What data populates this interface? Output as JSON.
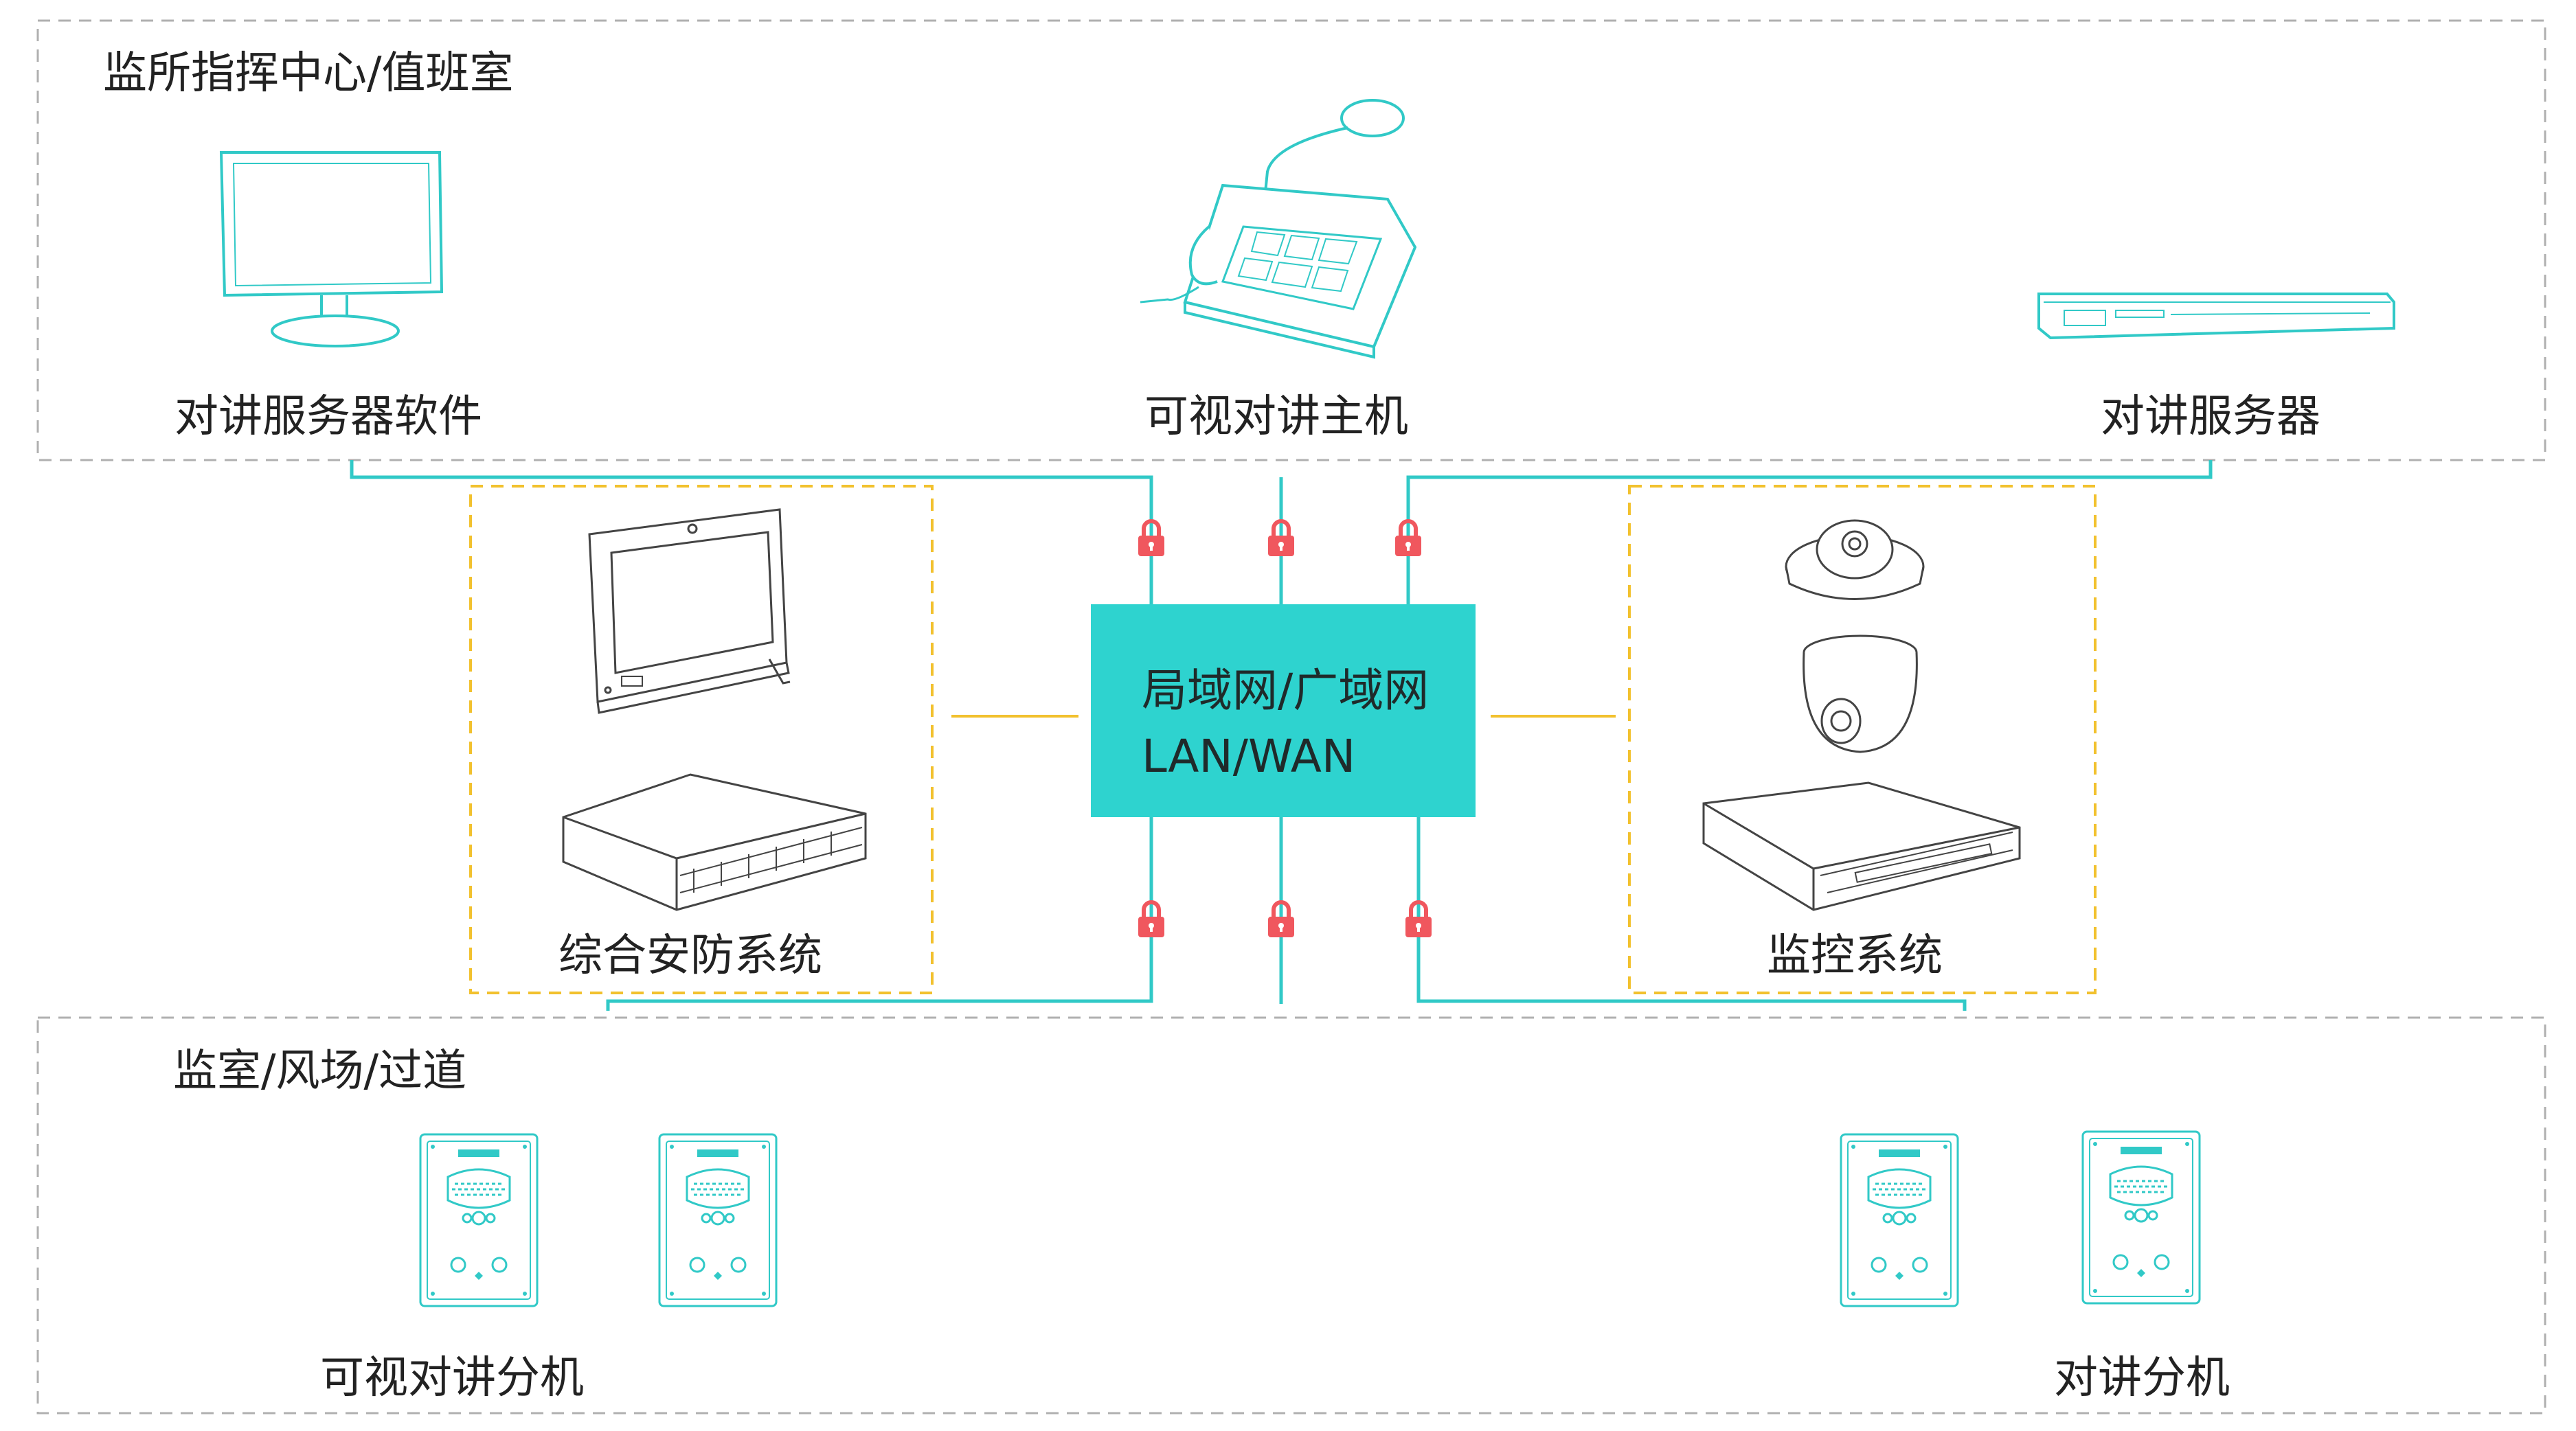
{
  "colors": {
    "teal": "#2ed3cf",
    "line_teal": "#31c9c7",
    "orange_dash": "#f2c12e",
    "zone_border": "#b0b0b0",
    "lock_red": "#f0575e"
  },
  "zones": {
    "top": {
      "title": "监所指挥中心/值班室"
    },
    "bottom": {
      "title": "监室/风场/过道"
    }
  },
  "hub": {
    "line1": "局域网/广域网",
    "line2": "LAN/WAN"
  },
  "devices": {
    "software": "对讲服务器软件",
    "host": "可视对讲主机",
    "server": "对讲服务器",
    "security": "综合安防系统",
    "monitoring": "监控系统",
    "video_extension": "可视对讲分机",
    "extension": "对讲分机"
  },
  "icons": {
    "monitor": "monitor-icon",
    "console": "intercom-console-icon",
    "rack": "rack-server-icon",
    "all_in_one": "all-in-one-pc-icon",
    "nvr": "nvr-icon",
    "camera": "dome-camera-icon",
    "panel": "intercom-panel-icon",
    "lock": "lock-icon"
  }
}
